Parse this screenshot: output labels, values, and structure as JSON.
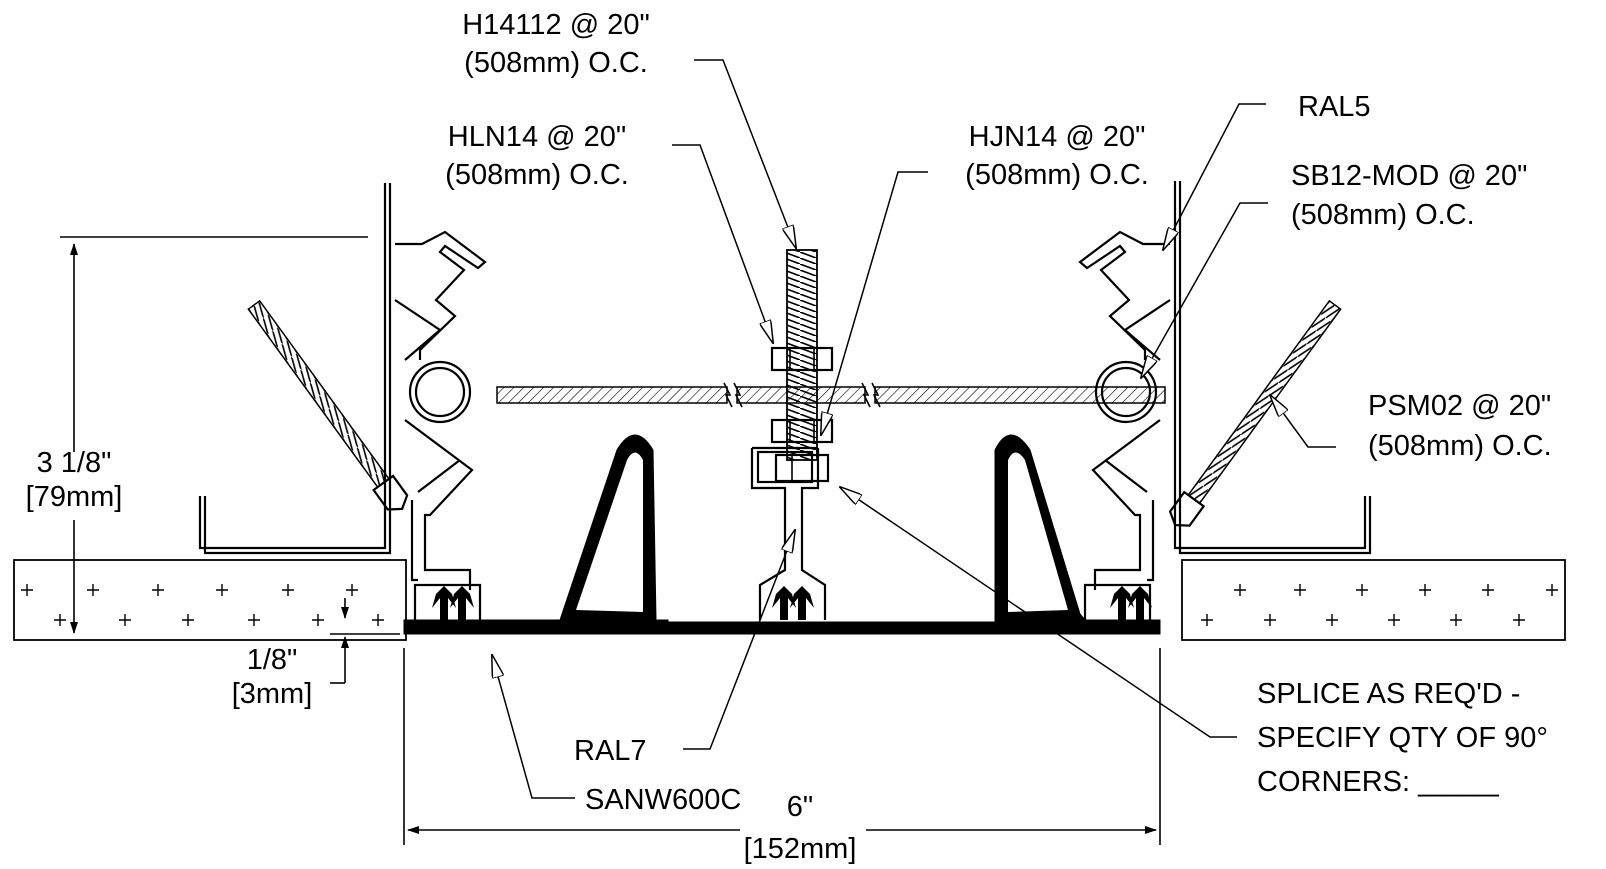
{
  "callouts": {
    "h14112": {
      "line1": "H14112 @ 20\"",
      "line2": "(508mm) O.C."
    },
    "hln14": {
      "line1": "HLN14 @ 20\"",
      "line2": "(508mm) O.C."
    },
    "hjn14": {
      "line1": "HJN14 @ 20\"",
      "line2": "(508mm) O.C."
    },
    "ral5": {
      "line1": "RAL5"
    },
    "sb12": {
      "line1": "SB12-MOD @ 20\"",
      "line2": "(508mm) O.C."
    },
    "psm02": {
      "line1": "PSM02 @ 20\"",
      "line2": "(508mm) O.C."
    },
    "ral7": {
      "line1": "RAL7"
    },
    "sanw": {
      "line1": "SANW600C"
    },
    "splice": {
      "line1": "SPLICE AS REQ'D -",
      "line2": "SPECIFY QTY OF 90°",
      "line3": "CORNERS: _____"
    }
  },
  "dimensions": {
    "height": {
      "line1": "3 1/8\"",
      "line2": "[79mm]"
    },
    "thickness": {
      "line1": "1/8\"",
      "line2": "[3mm]"
    },
    "width": {
      "line1": "6\"",
      "line2": "[152mm]"
    }
  }
}
